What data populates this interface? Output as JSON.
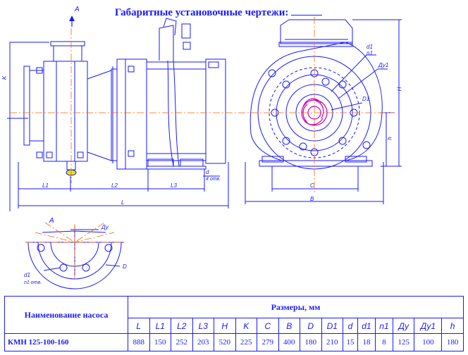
{
  "header": {
    "title": "Габаритные установочные чертежи:"
  },
  "drawing_labels": {
    "section_mark": "A",
    "H": "H",
    "K": "K",
    "L1": "L1",
    "L2": "L2",
    "L3": "L3",
    "L": "L",
    "d": "d",
    "d_holes": "4 отв.",
    "d1": "d1",
    "n1": "n1",
    "Dy1": "Ду1",
    "D1": "D1",
    "h": "h",
    "C": "C",
    "B": "B",
    "view_A": "A",
    "Dy": "Ду",
    "D": "D",
    "d1_bottom": "d1",
    "n1_holes": "n1 отв."
  },
  "table": {
    "name_header": "Наименование насоса",
    "sizes_header": "Размеры, мм",
    "columns": [
      "L",
      "L1",
      "L2",
      "L3",
      "H",
      "K",
      "C",
      "B",
      "D",
      "D1",
      "d",
      "d1",
      "n1",
      "Ду",
      "Ду1",
      "h"
    ],
    "rows": [
      {
        "name": "КМН 125-100-160",
        "values": [
          "888",
          "150",
          "252",
          "203",
          "520",
          "225",
          "279",
          "400",
          "180",
          "210",
          "15",
          "18",
          "8",
          "125",
          "100",
          "180"
        ]
      }
    ]
  },
  "colors": {
    "line": "#1a1aff",
    "axis": "#ff6600",
    "impeller": "#cc00aa"
  }
}
